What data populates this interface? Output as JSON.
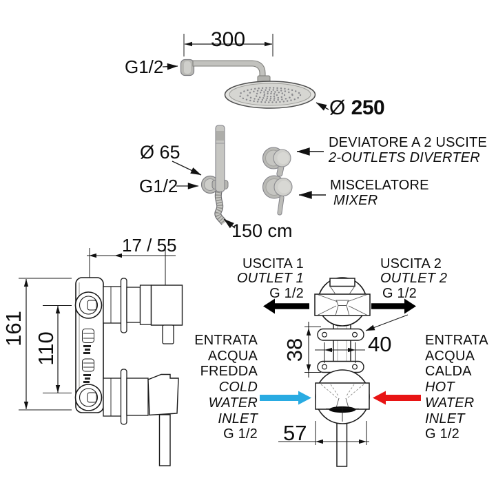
{
  "head_shower": {
    "arm_length": "300",
    "thread": "G1/2",
    "diameter_symbol": "Ø ",
    "diameter_value": "250"
  },
  "hand_shower": {
    "holder_diameter": "Ø 65",
    "thread": "G1/2",
    "hose_length": "150 cm"
  },
  "controls": {
    "diverter_it": "DEVIATORE A 2 USCITE",
    "diverter_en": "2-OUTLETS DIVERTER",
    "mixer_it": "MISCELATORE",
    "mixer_en": "MIXER"
  },
  "side_view": {
    "depth": "17 / 55",
    "height": "161",
    "interaxis": "110"
  },
  "front_view": {
    "outlet1": {
      "it": "USCITA 1",
      "en": "OUTLET 1",
      "thread": "G 1/2"
    },
    "outlet2": {
      "it": "USCITA 2",
      "en": "OUTLET 2",
      "thread": "G 1/2"
    },
    "cold_inlet": {
      "it1": "ENTRATA",
      "it2": "ACQUA",
      "it3": "FREDDA",
      "en1": "COLD",
      "en2": "WATER",
      "en3": "INLET",
      "thread": "G 1/2"
    },
    "hot_inlet": {
      "it1": "ENTRATA",
      "it2": "ACQUA",
      "it3": "CALDA",
      "en1": "HOT",
      "en2": "WATER",
      "en3": "INLET",
      "thread": "G 1/2"
    },
    "tabs_distance": "38",
    "holes_distance": "40",
    "body_width": "57"
  },
  "colors": {
    "cold_arrow": "#29ABE2",
    "hot_arrow": "#E81414",
    "outlet_arrow": "#000000",
    "metal": "#c4c4c0",
    "line": "#1a1a1a"
  }
}
